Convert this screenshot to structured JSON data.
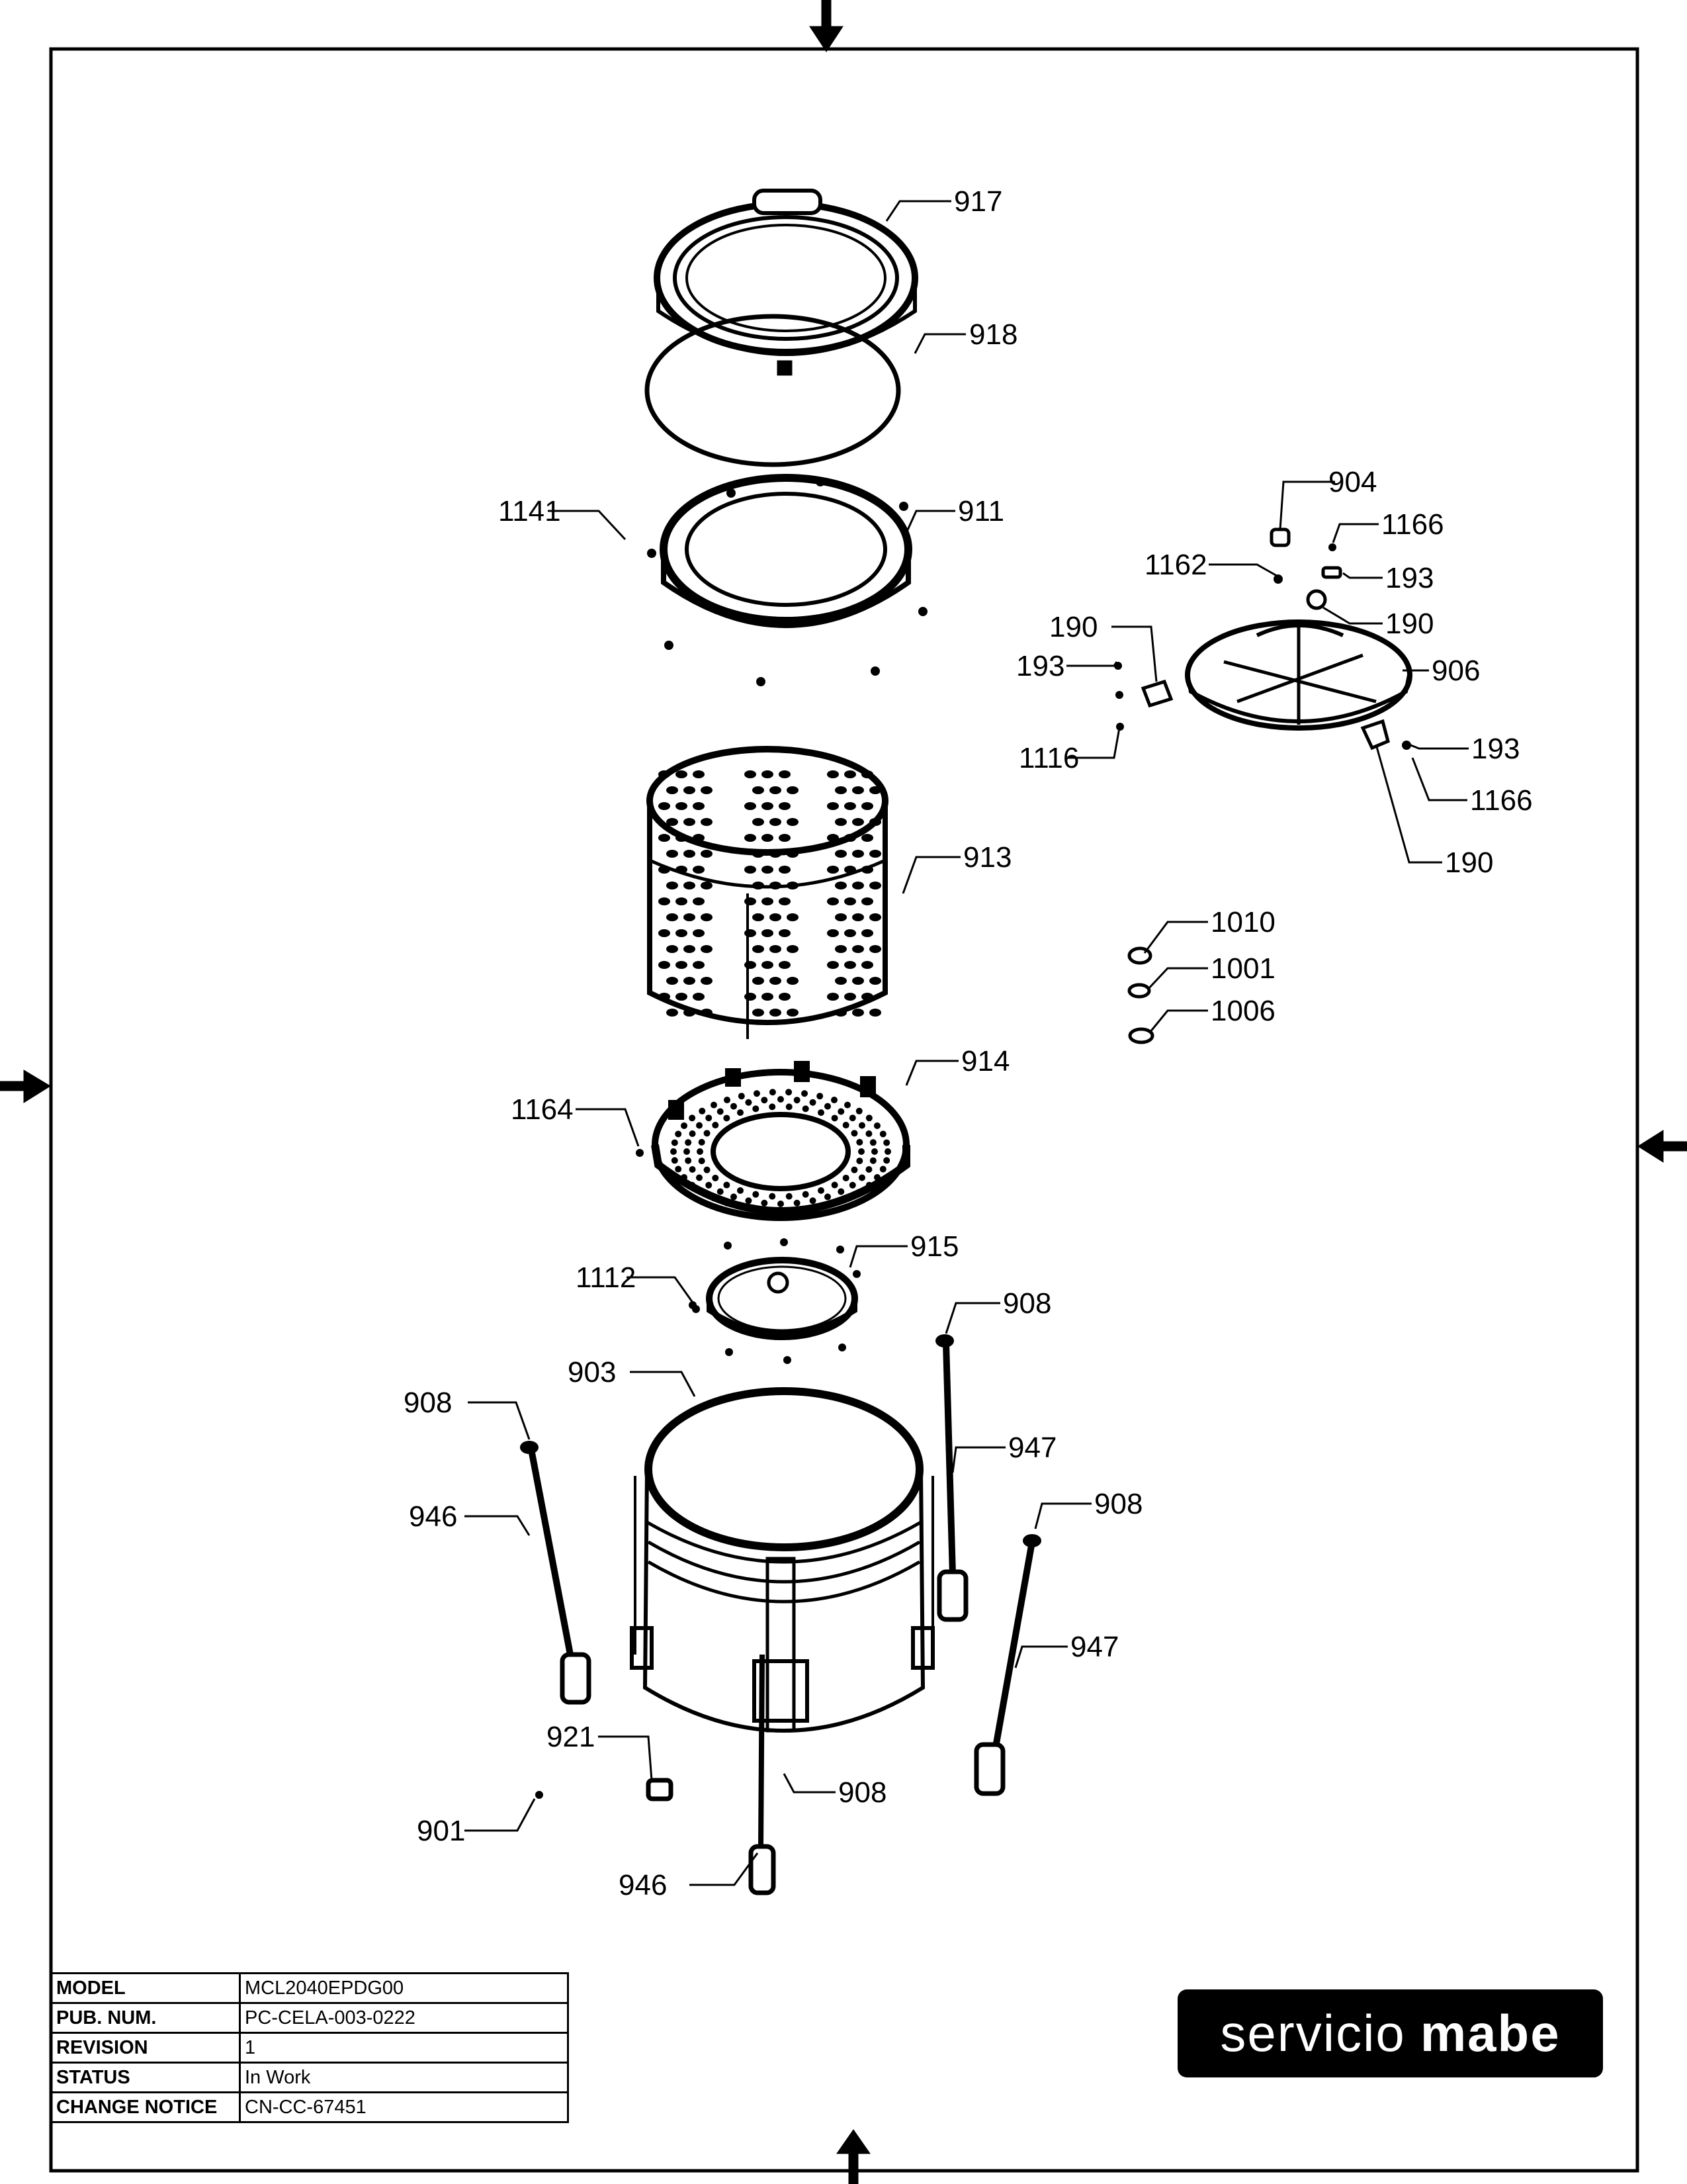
{
  "callouts": {
    "c917": "917",
    "c918": "918",
    "c1141": "1141",
    "c911": "911",
    "c913": "913",
    "c1164": "1164",
    "c914": "914",
    "c1112": "1112",
    "c915": "915",
    "c908a": "908",
    "c903": "903",
    "c908b": "908",
    "c947a": "947",
    "c946a": "946",
    "c908c": "908",
    "c947b": "947",
    "c921": "921",
    "c908d": "908",
    "c901": "901",
    "c946b": "946",
    "c904": "904",
    "c1166a": "1166",
    "c1162": "1162",
    "c193a": "193",
    "c190a": "190",
    "c190b": "190",
    "c193b": "193",
    "c906": "906",
    "c1116": "1116",
    "c193c": "193",
    "c1166b": "1166",
    "c190c": "190",
    "c1010": "1010",
    "c1001": "1001",
    "c1006": "1006"
  },
  "title_block": {
    "model_label": "MODEL",
    "model_value": "MCL2040EPDG00",
    "pub_label": "PUB. NUM.",
    "pub_value": "PC-CELA-003-0222",
    "revision_label": "REVISION",
    "revision_value": "1",
    "status_label": "STATUS",
    "status_value": "In Work",
    "change_label": "CHANGE NOTICE",
    "change_value": "CN-CC-67451"
  },
  "brand": {
    "word1": "servicio",
    "word2": "mabe"
  }
}
